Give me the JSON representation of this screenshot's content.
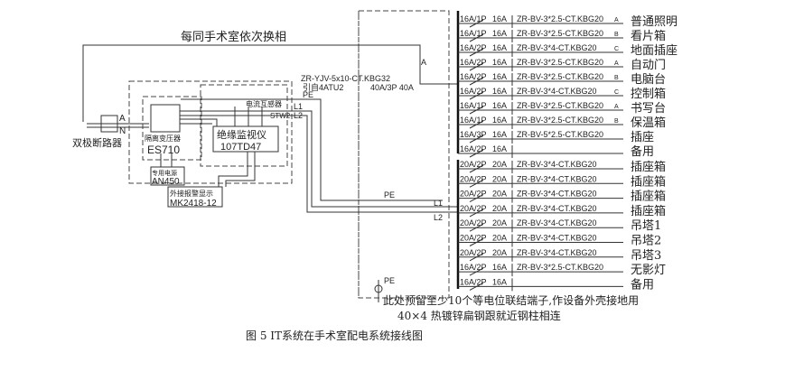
{
  "title": "每同手术室依次换相",
  "feeder": {
    "cable": "ZR-YJV-5x10-CT.KBG32",
    "source": "引自4ATU2",
    "breaker": "40A/3P  40A",
    "phase": "A"
  },
  "labels": {
    "pe": "PE",
    "l1": "L1",
    "l2": "L2",
    "a": "A",
    "n": "N",
    "pe2": "PE",
    "l1b": "L1",
    "l2b": "L2",
    "pe3": "PE"
  },
  "devices": {
    "breaker": "双极断路器",
    "transformer_label": "隔离变压器",
    "transformer_model": "ES710",
    "monitor_label": "绝缘监视仪",
    "monitor_model": "107TD47",
    "ct_label": "电流互感器",
    "ct_model": "STW2",
    "psu_label": "专用电源",
    "psu_model": "AN450",
    "alarm_label": "外接报警显示",
    "alarm_model": "MK2418-12"
  },
  "circuits_top": [
    {
      "breaker": "16A/1P",
      "rating": "16A",
      "cable": "ZR-BV-3*2.5-CT.KBG20",
      "phase": "A",
      "load": "普通照明"
    },
    {
      "breaker": "16A/1P",
      "rating": "16A",
      "cable": "ZR-BV-3*2.5-CT.KBG20",
      "phase": "B",
      "load": "看片箱"
    },
    {
      "breaker": "16A/2P",
      "rating": "16A",
      "cable": "ZR-BV-3*4-CT.KBG20",
      "phase": "C",
      "load": "地面插座"
    },
    {
      "breaker": "16A/2P",
      "rating": "16A",
      "cable": "ZR-BV-3*2.5-CT.KBG20",
      "phase": "A",
      "load": "自动门"
    },
    {
      "breaker": "16A/2P",
      "rating": "16A",
      "cable": "ZR-BV-3*2.5-CT.KBG20",
      "phase": "B",
      "load": "电脑台"
    },
    {
      "breaker": "16A/2P",
      "rating": "16A",
      "cable": "ZR-BV-3*4-CT.KBG20",
      "phase": "C",
      "load": "控制箱"
    },
    {
      "breaker": "16A/1P",
      "rating": "16A",
      "cable": "ZR-BV-3*2.5-CT.KBG20",
      "phase": "A",
      "load": "书写台"
    },
    {
      "breaker": "16A/1P",
      "rating": "16A",
      "cable": "ZR-BV-3*2.5-CT.KBG20",
      "phase": "B",
      "load": "保温箱"
    },
    {
      "breaker": "16A/3P",
      "rating": "16A",
      "cable": "ZR-BV-5*2.5-CT.KBG20",
      "phase": "",
      "load": "插座"
    },
    {
      "breaker": "16A/2P",
      "rating": "16A",
      "cable": "",
      "phase": "",
      "load": "备用"
    }
  ],
  "circuits_bottom": [
    {
      "breaker": "20A/2P",
      "rating": "20A",
      "cable": "ZR-BV-3*4-CT.KBG20",
      "load": "插座箱"
    },
    {
      "breaker": "20A/2P",
      "rating": "20A",
      "cable": "ZR-BV-3*4-CT.KBG20",
      "load": "插座箱"
    },
    {
      "breaker": "20A/2P",
      "rating": "20A",
      "cable": "ZR-BV-3*4-CT.KBG20",
      "load": "插座箱"
    },
    {
      "breaker": "20A/2P",
      "rating": "20A",
      "cable": "ZR-BV-3*4-CT.KBG20",
      "load": "插座箱"
    },
    {
      "breaker": "20A/2P",
      "rating": "20A",
      "cable": "ZR-BV-3*4-CT.KBG20",
      "load": "吊塔1"
    },
    {
      "breaker": "20A/2P",
      "rating": "20A",
      "cable": "ZR-BV-3*4-CT.KBG20",
      "load": "吊塔2"
    },
    {
      "breaker": "20A/2P",
      "rating": "20A",
      "cable": "ZR-BV-3*4-CT.KBG20",
      "load": "吊塔3"
    },
    {
      "breaker": "16A/2P",
      "rating": "16A",
      "cable": "ZR-BV-3*2.5-CT.KBG20",
      "load": "无影灯"
    },
    {
      "breaker": "16A/2P",
      "rating": "16A",
      "cable": "",
      "load": "备用"
    }
  ],
  "note": {
    "line1": "此处预留至少10个等电位联结端子,作设备外壳接地用",
    "line2": "40×4 热镀锌扁钢跟就近钢柱相连"
  },
  "caption": "图 5  IT系统在手术室配电系统接线图"
}
